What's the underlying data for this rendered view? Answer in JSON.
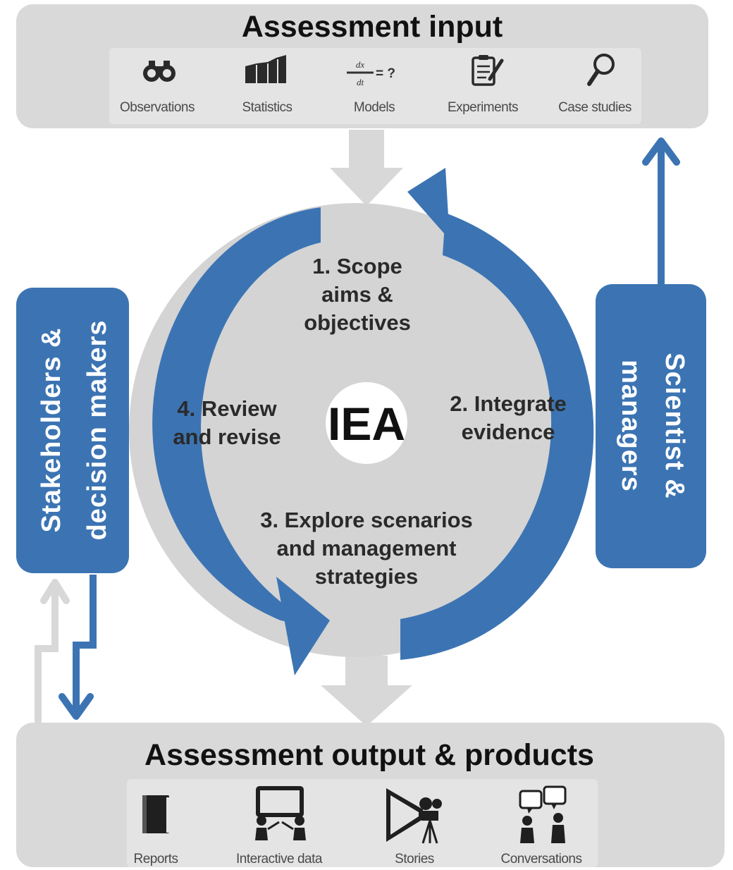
{
  "input": {
    "title": "Assessment  input",
    "items": [
      {
        "label": "Observations",
        "icon": "binoculars-icon"
      },
      {
        "label": "Statistics",
        "icon": "bar-chart-icon"
      },
      {
        "label": "Models",
        "icon": "equation-icon"
      },
      {
        "label": "Experiments",
        "icon": "clipboard-icon"
      },
      {
        "label": "Case studies",
        "icon": "magnifier-icon"
      }
    ],
    "models_equation": {
      "numerator": "dx",
      "denominator": "dt",
      "suffix": "= ?"
    }
  },
  "output": {
    "title": "Assessment  output & products",
    "items": [
      {
        "label": "Reports",
        "icon": "book-icon"
      },
      {
        "label": "Interactive data",
        "icon": "presentation-icon"
      },
      {
        "label": "Stories",
        "icon": "film-camera-icon"
      },
      {
        "label": "Conversations",
        "icon": "speech-bubbles-icon"
      }
    ]
  },
  "cycle": {
    "center": "IEA",
    "steps": [
      {
        "lines": [
          "1. Scope",
          "aims &",
          "objectives"
        ]
      },
      {
        "lines": [
          "2. Integrate",
          "evidence"
        ]
      },
      {
        "lines": [
          "3. Explore scenarios",
          "and management",
          "strategies"
        ]
      },
      {
        "lines": [
          "4. Review",
          "and revise"
        ]
      }
    ]
  },
  "left_panel": {
    "lines": [
      "Stakeholders  &",
      "decision  makers"
    ]
  },
  "right_panel": {
    "lines": [
      "Scientist  &",
      "managers"
    ]
  },
  "colors": {
    "panel_gray": "#d9d9d9",
    "circle_gray": "#d4d4d4",
    "arrow_blue": "#3c74b3",
    "arrow_light_gray": "#d8d8d8",
    "text_dark": "#111111"
  }
}
